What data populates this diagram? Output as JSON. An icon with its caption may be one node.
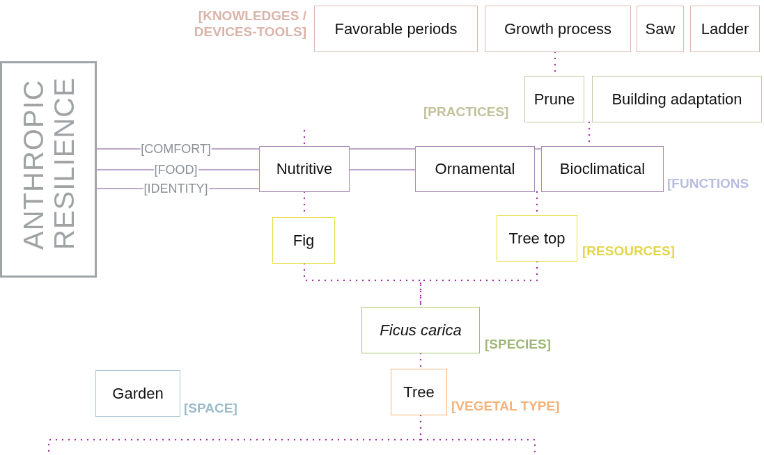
{
  "diagram": {
    "nodes": [
      {
        "text": [
          "ANTHROPIC RESILIENCE"
        ]
      },
      {
        "text": [
          "Favorable periods"
        ]
      },
      {
        "text": [
          "Growth process"
        ]
      },
      {
        "text": [
          "Saw"
        ]
      },
      {
        "text": [
          "Ladder"
        ]
      },
      {
        "text": [
          "Prune"
        ]
      },
      {
        "text": [
          "Building adaptation"
        ]
      },
      {
        "text": [
          "Nutritive"
        ]
      },
      {
        "text": [
          "Ornamental"
        ]
      },
      {
        "text": [
          "Bioclimatical"
        ]
      },
      {
        "text": [
          "Fig"
        ]
      },
      {
        "text": [
          "Tree top"
        ]
      },
      {
        "text": [
          "Ficus carica"
        ]
      },
      {
        "text": [
          "Garden"
        ]
      },
      {
        "text": [
          "Tree"
        ]
      }
    ],
    "edges": [
      {
        "from": 0,
        "to": 7,
        "arrow": "none",
        "label": "[COMFORT]"
      },
      {
        "from": 0,
        "to": 7,
        "arrow": "none",
        "label": "[FOOD]"
      },
      {
        "from": 0,
        "to": 7,
        "arrow": "none",
        "label": "[IDENTITY]"
      },
      {
        "from": 7,
        "to": 8,
        "arrow": "none"
      },
      {
        "from": 7,
        "to": 8,
        "arrow": "none"
      },
      {
        "from": 8,
        "to": 9,
        "arrow": "none"
      },
      {
        "from": 2,
        "to": 5,
        "arrow": "none",
        "style": "dashed",
        "color": "#a030a0"
      },
      {
        "from": 6,
        "to": 9,
        "arrow": "none",
        "style": "dashed",
        "color": "#a030a0"
      },
      {
        "from": null,
        "to": 7,
        "arrow": "none",
        "style": "dashed",
        "color": "#a030a0"
      },
      {
        "from": 7,
        "to": 10,
        "arrow": "none",
        "style": "dashed",
        "color": "#a030a0"
      },
      {
        "from": 9,
        "to": 11,
        "arrow": "none",
        "style": "dashed",
        "color": "#a030a0"
      },
      {
        "from": 10,
        "to": 12,
        "arrow": "none",
        "style": "dashed",
        "color": "#a030a0"
      },
      {
        "from": 11,
        "to": 12,
        "arrow": "none",
        "style": "dashed",
        "color": "#a030a0"
      },
      {
        "from": 12,
        "to": 14,
        "arrow": "none",
        "style": "dashed",
        "color": "#a030a0"
      },
      {
        "from": 14,
        "to": null,
        "arrow": "none",
        "style": "dashed",
        "color": "#a030a0"
      },
      {
        "from": 14,
        "to": null,
        "arrow": "none",
        "style": "dashed",
        "color": "#a030a0"
      }
    ],
    "labels": [
      "[KNOWLEDGES / DEVICES-TOOLS]",
      "[PRACTICES]",
      "[FUNCTIONS",
      "[RESOURCES]",
      "[SPECIES]",
      "[VEGETAL TYPE]",
      "[SPACE]"
    ]
  }
}
